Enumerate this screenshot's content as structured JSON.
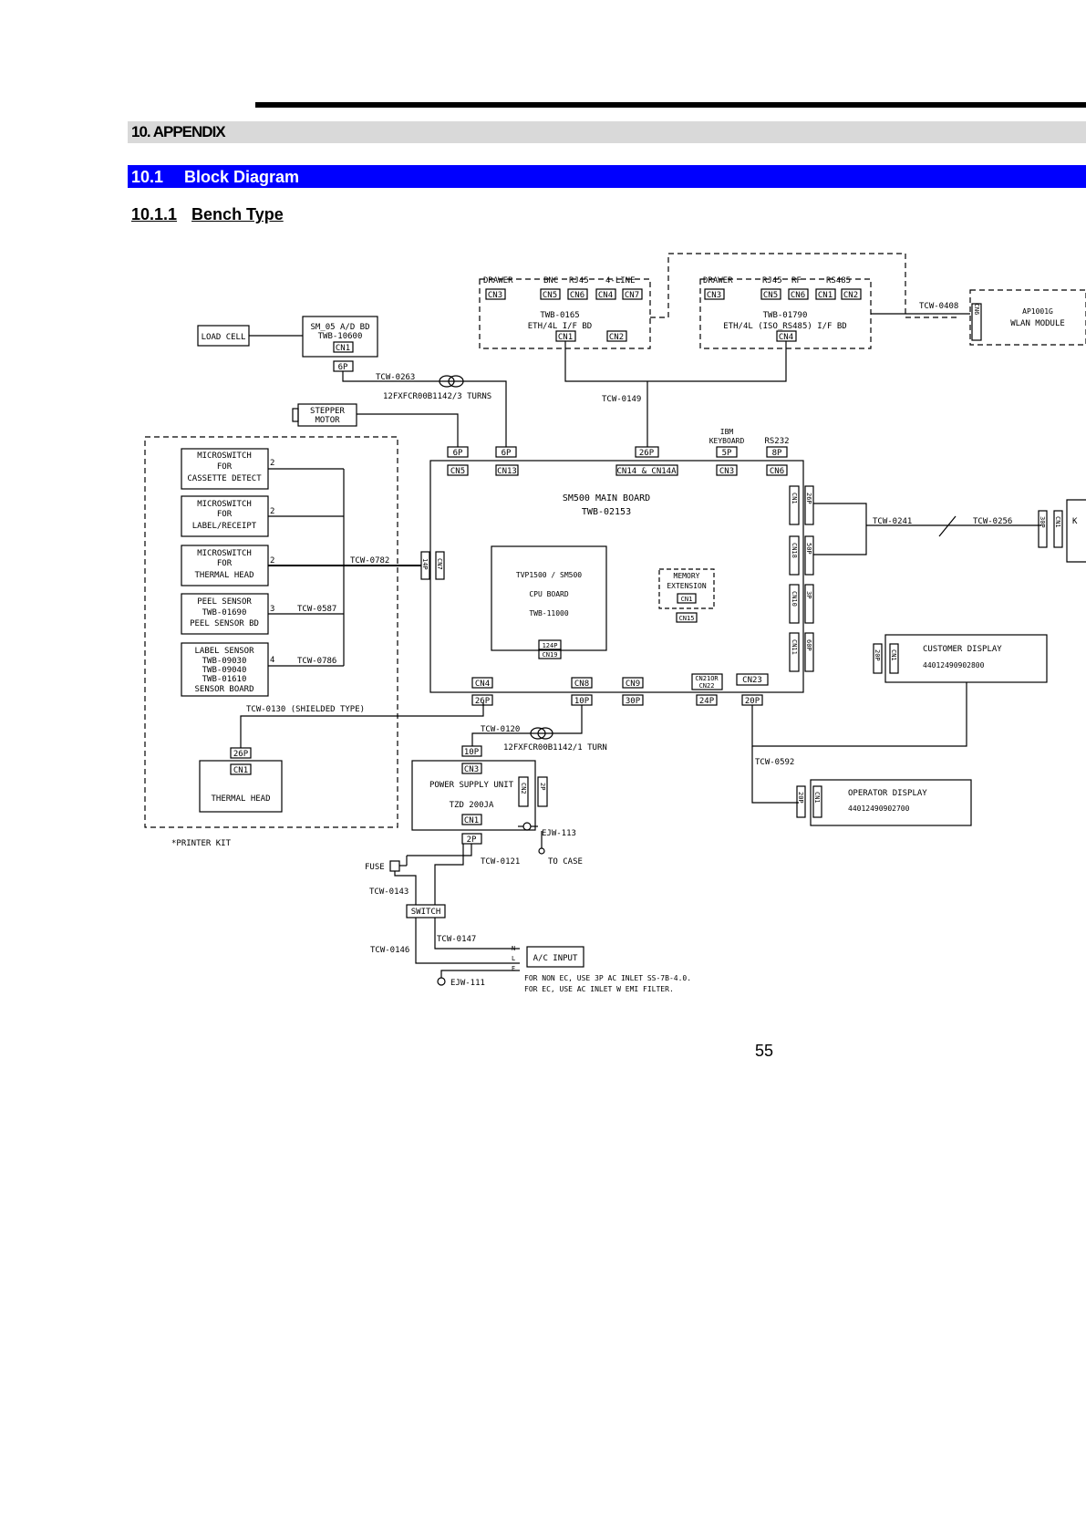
{
  "header": {
    "chapter": "10. APPENDIX",
    "section_number": "10.1",
    "section_title": "Block Diagram",
    "subsection_number": "10.1.1",
    "subsection_title": "Bench Type"
  },
  "page_number": "55",
  "diagram": {
    "load_cell": "LOAD CELL",
    "ad_board": [
      "SM_05 A/D BD",
      "TWB-10600"
    ],
    "cn1": "CN1",
    "p6": "6P",
    "tcw0263": "TCW-0263",
    "ferrite3": "12FXFCR00B1142/3 TURNS",
    "stepper_motor": [
      "STEPPER",
      "MOTOR"
    ],
    "eth_board1": {
      "top_labels": [
        "DRAWER",
        "BNC",
        "RJ45",
        "4-LINE"
      ],
      "connectors": [
        "CN3",
        "CN5",
        "CN6",
        "CN4",
        "CN7"
      ],
      "lines": [
        "TWB-0165",
        "ETH/4L I/F BD"
      ],
      "bottom_connectors": [
        "CN1",
        "CN2"
      ]
    },
    "eth_board2": {
      "top_labels": [
        "DRAWER",
        "RJ45",
        "RF",
        "RS485"
      ],
      "connectors": [
        "CN3",
        "CN5",
        "CN6",
        "CN1",
        "CN2"
      ],
      "lines": [
        "TWB-01790",
        "ETH/4L (ISO_RS485) I/F BD"
      ],
      "bottom_connector": "CN4"
    },
    "tcw0408": "TCW-0408",
    "wlan": {
      "cn": "CN6",
      "lines": [
        "AP1001G",
        "WLAN MODULE"
      ]
    },
    "tcw0149": "TCW-0149",
    "switches": [
      {
        "lines": [
          "MICROSWITCH",
          "FOR",
          "CASSETTE DETECT"
        ],
        "pin": "2",
        "cable": ""
      },
      {
        "lines": [
          "MICROSWITCH",
          "FOR",
          "LABEL/RECEIPT"
        ],
        "pin": "2",
        "cable": ""
      },
      {
        "lines": [
          "MICROSWITCH",
          "FOR",
          "THERMAL HEAD"
        ],
        "pin": "2",
        "cable": "TCW-0782"
      },
      {
        "lines": [
          "PEEL SENSOR",
          "TWB-01690",
          "PEEL SENSOR BD"
        ],
        "pin": "3",
        "cable": "TCW-0587"
      },
      {
        "lines": [
          "LABEL SENSOR",
          "TWB-09030",
          "TWB-09040",
          "TWB-01610",
          "SENSOR BOARD"
        ],
        "pin": "4",
        "cable": "TCW-0786"
      }
    ],
    "main_board": {
      "title": "SM500 MAIN BOARD",
      "part": "TWB-02153",
      "top_pins": [
        "6P",
        "6P",
        "26P",
        "5P",
        "8P"
      ],
      "top_connectors": [
        "CN5",
        "CN13",
        "CN14 & CN14A",
        "CN3",
        "CN6"
      ],
      "ibm_keyboard": [
        "IBM",
        "KEYBOARD"
      ],
      "rs232": "RS232",
      "left_connector": [
        "14P",
        "CN7"
      ],
      "right_connectors": [
        "CN1",
        "CN18",
        "CN10",
        "CN11"
      ],
      "right_pins": [
        "26P",
        "50P",
        "3P",
        "60P"
      ],
      "bottom_connectors": [
        "CN4",
        "CN8",
        "CN9",
        "CN21OR",
        "CN22",
        "CN23"
      ],
      "bottom_pins": [
        "26P",
        "10P",
        "30P",
        "24P",
        "20P"
      ]
    },
    "cpu_board": [
      "TVP1500 / SM500",
      "CPU BOARD",
      "TWB-11000"
    ],
    "cpu_connector": [
      "124P",
      "CN19"
    ],
    "memory": [
      "MEMORY",
      "EXTENSION"
    ],
    "memory_connectors": [
      "CN1",
      "CN15"
    ],
    "tcw0241": "TCW-0241",
    "tcw0256": "TCW-0256",
    "keyboard_edge": {
      "pin": "30P",
      "cn": "CN1",
      "letter": "K"
    },
    "customer_display": {
      "pin": "20P",
      "cn": "CN1",
      "lines": [
        "CUSTOMER DISPLAY",
        "44012490902800"
      ]
    },
    "operator_display": {
      "pin": "20P",
      "cn": "CN1",
      "lines": [
        "OPERATOR DISPLAY",
        "44012490902700"
      ]
    },
    "tcw0592": "TCW-0592",
    "tcw0130": "TCW-0130 (SHIELDED TYPE)",
    "thermal_head": {
      "pin": "26P",
      "cn": "CN1",
      "label": "THERMAL HEAD"
    },
    "printer_kit": "*PRINTER KIT",
    "tcw0120": "TCW-0120",
    "ferrite1": "12FXFCR00B1142/1 TURN",
    "psu": {
      "pin": "10P",
      "cn3": "CN3",
      "lines": [
        "POWER SUPPLY UNIT",
        "TZD 200JA"
      ],
      "cn2": "CN2",
      "p2": "2P",
      "cn1": "CN1",
      "p2b": "2P"
    },
    "ejw113": "EJW-113",
    "to_case": "TO CASE",
    "tcw0121": "TCW-0121",
    "fuse": "FUSE",
    "tcw0143": "TCW-0143",
    "switch": "SWITCH",
    "tcw0147": "TCW-0147",
    "tcw0146": "TCW-0146",
    "ac_input": "A/C INPUT",
    "ac_pins": [
      "N",
      "L",
      "E"
    ],
    "ejw111": "EJW-111",
    "notes": [
      "FOR NON EC, USE 3P AC INLET SS-7B-4.0.",
      "FOR EC, USE AC INLET W EMI FILTER."
    ]
  }
}
